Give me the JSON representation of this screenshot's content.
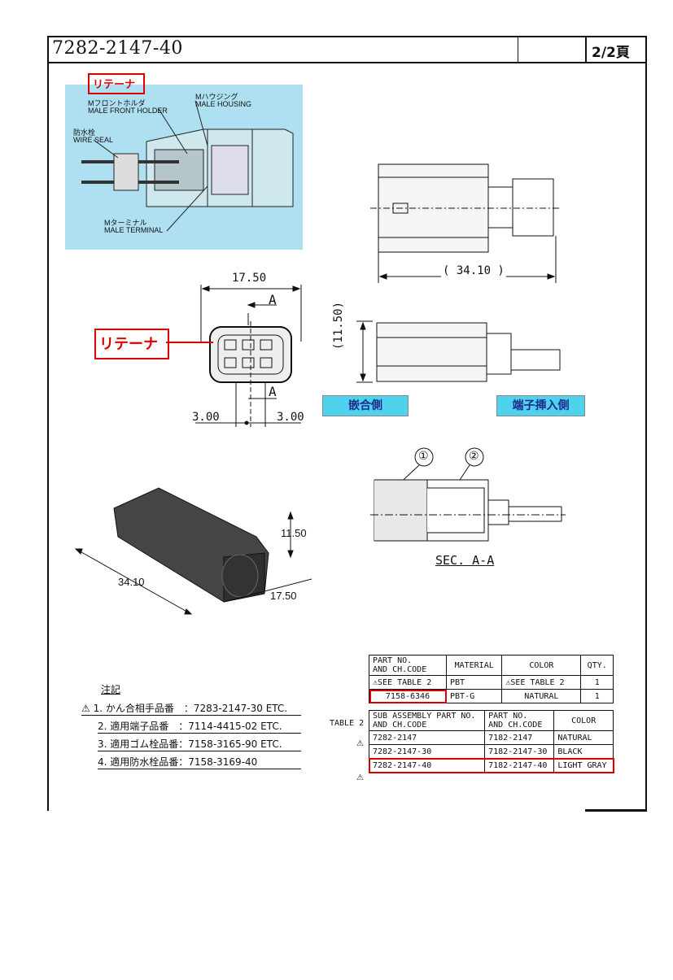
{
  "header": {
    "doc_number": "7282-2147-40",
    "page": "2/2頁"
  },
  "legend_callouts": {
    "retainer_top": "リテーナ",
    "front_holder_jp": "Mフロントホルダ",
    "front_holder_en": "MALE FRONT HOLDER",
    "housing_jp": "Mハウジング",
    "housing_en": "MALE HOUSING",
    "wire_seal_jp": "防水栓",
    "wire_seal_en": "WIRE SEAL",
    "terminal_jp": "Mターミナル",
    "terminal_en": "MALE TERMINAL"
  },
  "dimensions": {
    "length": "( 34.10 )",
    "width": "17.50",
    "height": "(11.50)",
    "pitch_left": "3.00",
    "pitch_right": "3.00",
    "section_marker_top": "A",
    "section_marker_bottom": "A",
    "iso_length": "34.10",
    "iso_width": "17.50",
    "iso_height": "11.50"
  },
  "labels": {
    "retainer_front": "リテーナ",
    "mating_side": "嵌合側",
    "terminal_insert_side": "端子挿入側",
    "section_title": "SEC. A-A",
    "callout_1": "①",
    "callout_2": "②"
  },
  "notes": {
    "heading": "注記",
    "items": [
      {
        "mark": "⚠",
        "num": "1.",
        "text": "かん合相手品番　：7283-2147-30 ETC."
      },
      {
        "mark": "",
        "num": "2.",
        "text": "適用端子品番　：7114-4415-02 ETC."
      },
      {
        "mark": "",
        "num": "3.",
        "text": "適用ゴム栓品番：7158-3165-90 ETC."
      },
      {
        "mark": "",
        "num": "4.",
        "text": "適用防水栓品番：7158-3169-40"
      }
    ]
  },
  "table1": {
    "headers": [
      "PART NO.\nAND CH.CODE",
      "MATERIAL",
      "COLOR",
      "QTY."
    ],
    "rows": [
      [
        "⚠SEE TABLE 2",
        "PBT",
        "⚠SEE TABLE 2",
        "1"
      ],
      [
        "7158-6346",
        "PBT-G",
        "NATURAL",
        "1"
      ]
    ]
  },
  "table2": {
    "label": "TABLE 2",
    "headers": [
      "SUB ASSEMBLY PART NO.\nAND CH.CODE",
      "PART NO.\nAND CH.CODE",
      "COLOR"
    ],
    "rows": [
      {
        "mark": "⚠",
        "sub": "7282-2147",
        "part": "7182-2147",
        "color": "NATURAL"
      },
      {
        "mark": "",
        "sub": "7282-2147-30",
        "part": "7182-2147-30",
        "color": "BLACK"
      },
      {
        "mark": "⚠",
        "sub": "7282-2147-40",
        "part": "7182-2147-40",
        "color": "LIGHT GRAY"
      }
    ]
  },
  "colors": {
    "highlight": "#dd0000",
    "cutaway_bg": "#aee0f2",
    "side_badge": "#4fd2ee"
  }
}
